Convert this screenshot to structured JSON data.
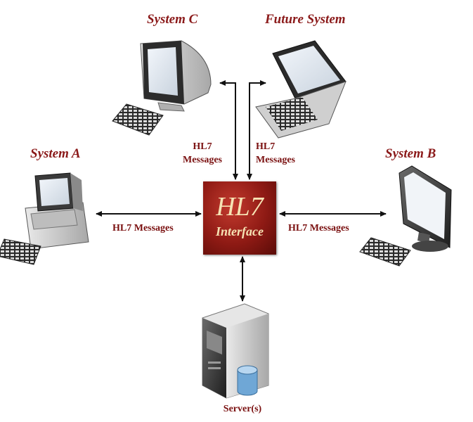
{
  "nodes": {
    "system_c": "System C",
    "future_system": "Future System",
    "system_a": "System A",
    "system_b": "System B",
    "server": "Server(s)"
  },
  "hub": {
    "title": "HL7",
    "subtitle": "Interface"
  },
  "edges": {
    "left_label": "HL7 Messages",
    "right_label": "HL7 Messages",
    "top_left_label_line1": "HL7",
    "top_left_label_line2": "Messages",
    "top_right_label_line1": "HL7",
    "top_right_label_line2": "Messages"
  },
  "colors": {
    "label": "#8b1a1a",
    "hub": "#8e1a14",
    "hub_text": "#f6e3b4"
  },
  "icons": [
    "crt-monitor-icon",
    "laptop-icon",
    "desktop-tower-icon",
    "flat-monitor-icon",
    "server-tower-icon",
    "database-cylinder-icon"
  ]
}
